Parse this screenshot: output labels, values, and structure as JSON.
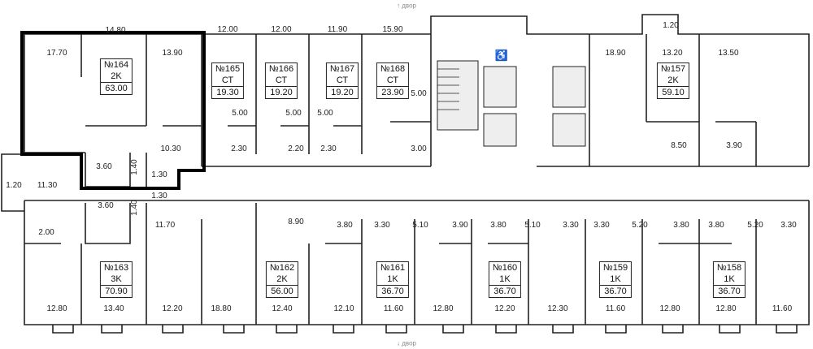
{
  "yard_label": "двор",
  "apartments": [
    {
      "number": "№164",
      "type": "2K",
      "area": "63.00",
      "selected": true
    },
    {
      "number": "№165",
      "type": "СТ",
      "area": "19.30"
    },
    {
      "number": "№166",
      "type": "СТ",
      "area": "19.20"
    },
    {
      "number": "№167",
      "type": "СТ",
      "area": "19.20"
    },
    {
      "number": "№168",
      "type": "СТ",
      "area": "23.90"
    },
    {
      "number": "№157",
      "type": "2K",
      "area": "59.10"
    },
    {
      "number": "№163",
      "type": "3K",
      "area": "70.90"
    },
    {
      "number": "№162",
      "type": "2K",
      "area": "56.00"
    },
    {
      "number": "№161",
      "type": "1K",
      "area": "36.70"
    },
    {
      "number": "№160",
      "type": "1K",
      "area": "36.70"
    },
    {
      "number": "№159",
      "type": "1K",
      "area": "36.70"
    },
    {
      "number": "№158",
      "type": "1K",
      "area": "36.70"
    }
  ],
  "room_areas_top": [
    "17.70",
    "14.80",
    "13.90",
    "12.00",
    "12.00",
    "11.90",
    "15.90",
    "18.90",
    "13.20",
    "13.50",
    "1.20"
  ],
  "room_areas_mid_top": [
    "5.00",
    "5.00",
    "5.00",
    "5.00",
    "2.30",
    "2.20",
    "2.30",
    "3.00",
    "10.30",
    "3.60",
    "1.40",
    "1.30",
    "8.50",
    "3.90"
  ],
  "room_areas_left": [
    "1.20",
    "11.30",
    "2.00"
  ],
  "room_areas_mid_bottom": [
    "1.30",
    "3.60",
    "1.40",
    "11.70",
    "8.90",
    "3.80",
    "3.30",
    "5.10",
    "3.90",
    "3.80",
    "5.10",
    "3.30",
    "3.30",
    "5.20",
    "3.80",
    "3.80",
    "5.20",
    "3.30"
  ],
  "room_areas_bottom": [
    "12.80",
    "13.40",
    "12.20",
    "18.80",
    "12.40",
    "12.10",
    "11.60",
    "12.80",
    "12.20",
    "12.30",
    "11.60",
    "12.80",
    "12.80",
    "11.60"
  ],
  "colors": {
    "wall": "#222222",
    "highlight": "#000000",
    "stair_fill": "#eeeeee"
  }
}
